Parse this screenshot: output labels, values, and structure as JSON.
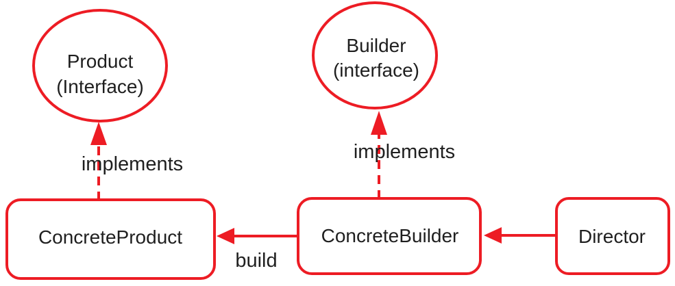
{
  "diagram": {
    "title": "builder-pattern-class-diagram",
    "colors": {
      "accent": "#ED1C24",
      "text": "#1f1f1f",
      "background": "#ffffff"
    },
    "nodes": {
      "product_interface": {
        "line1": "Product",
        "line2": "(Interface)",
        "shape": "ellipse"
      },
      "builder_interface": {
        "line1": "Builder",
        "line2": "(interface)",
        "shape": "ellipse"
      },
      "concrete_product": {
        "label": "ConcreteProduct",
        "shape": "rounded-rect"
      },
      "concrete_builder": {
        "label": "ConcreteBuilder",
        "shape": "rounded-rect"
      },
      "director": {
        "label": "Director",
        "shape": "rounded-rect"
      }
    },
    "edges": {
      "implements_left": {
        "label": "implements",
        "style": "dashed-arrow",
        "from": "concrete_product",
        "to": "product_interface"
      },
      "implements_right": {
        "label": "implements",
        "style": "dashed-arrow",
        "from": "concrete_builder",
        "to": "builder_interface"
      },
      "build": {
        "label": "build",
        "style": "solid-arrow",
        "from": "concrete_builder",
        "to": "concrete_product"
      },
      "directs": {
        "label": "",
        "style": "solid-arrow",
        "from": "director",
        "to": "concrete_builder"
      }
    }
  }
}
